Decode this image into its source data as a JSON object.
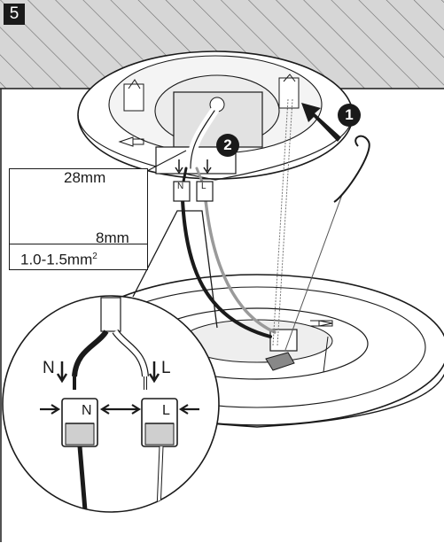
{
  "step_number": "5",
  "callouts": [
    "1",
    "2"
  ],
  "spec": {
    "strip_length": "28mm",
    "core_strip": "8mm",
    "cross_section_value": "1.0-1.5mm",
    "cross_section_exp": "2"
  },
  "wires": {
    "neutral": "N",
    "live": "L"
  },
  "terminals": {
    "neutral": "N",
    "live": "L"
  },
  "colors": {
    "ink": "#1a1a1a",
    "ceiling": "#cfcfcf",
    "fixture": "#ffffff",
    "wire_black": "#1a1a1a",
    "wire_grey": "#9a9a9a"
  }
}
